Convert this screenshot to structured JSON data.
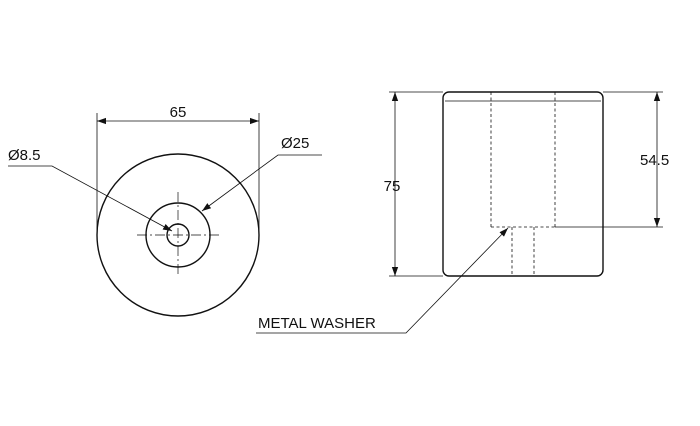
{
  "front_view": {
    "width_label": "65",
    "hole_label": "Ø8.5",
    "boss_label": "Ø25"
  },
  "side_view": {
    "height_label": "75",
    "depth_label": "54.5"
  },
  "callout": {
    "label": "METAL WASHER"
  }
}
